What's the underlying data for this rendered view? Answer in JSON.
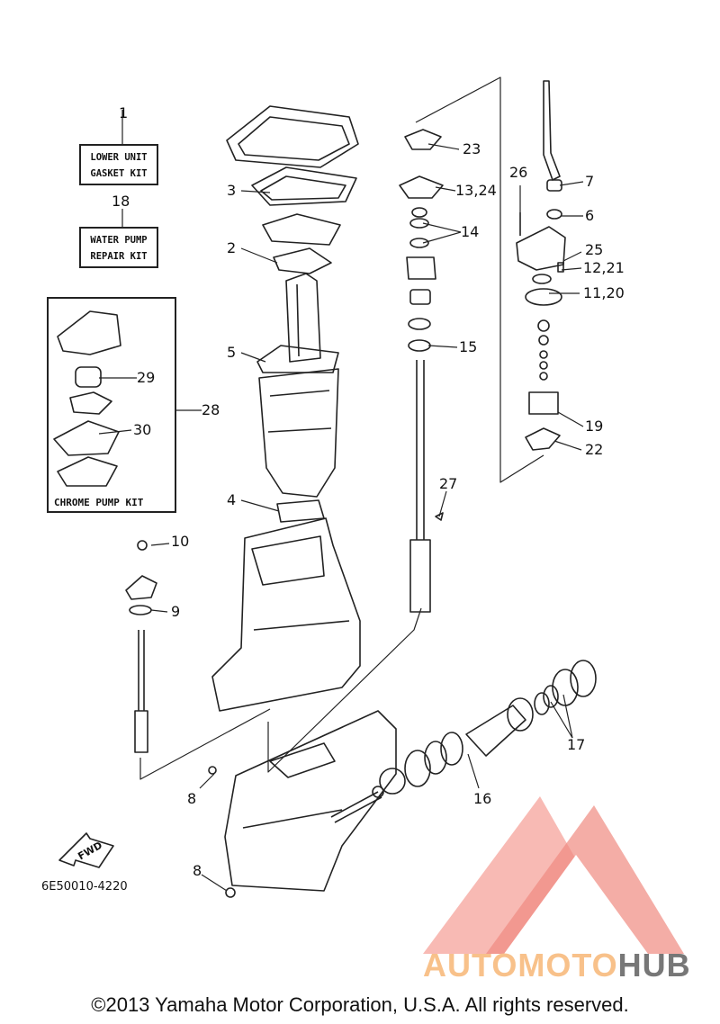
{
  "kits": {
    "lower_unit": {
      "ref": "1",
      "line1": "LOWER UNIT",
      "line2": "GASKET KIT"
    },
    "water_pump": {
      "ref": "18",
      "line1": "WATER PUMP",
      "line2": "REPAIR KIT"
    },
    "chrome_pump": {
      "ref": "28",
      "title": "CHROME PUMP KIT"
    }
  },
  "callouts": {
    "c2": "2",
    "c3": "3",
    "c4": "4",
    "c5": "5",
    "c6": "6",
    "c7": "7",
    "c8a": "8",
    "c8b": "8",
    "c9": "9",
    "c10": "10",
    "c11_20": "11,20",
    "c12_21": "12,21",
    "c13_24": "13,24",
    "c14": "14",
    "c15": "15",
    "c16": "16",
    "c17": "17",
    "c19": "19",
    "c22": "22",
    "c23": "23",
    "c25": "25",
    "c26": "26",
    "c27": "27",
    "c29": "29",
    "c30": "30"
  },
  "direction_arrow": "FWD",
  "diagram_code": "6E50010-4220",
  "watermark": {
    "part1": "AUTOMOTO",
    "part2": "HUB",
    "color_accent": "#f08a80",
    "color_text": "#f8c18a"
  },
  "copyright": "©2013 Yamaha Motor Corporation, U.S.A. All rights reserved."
}
